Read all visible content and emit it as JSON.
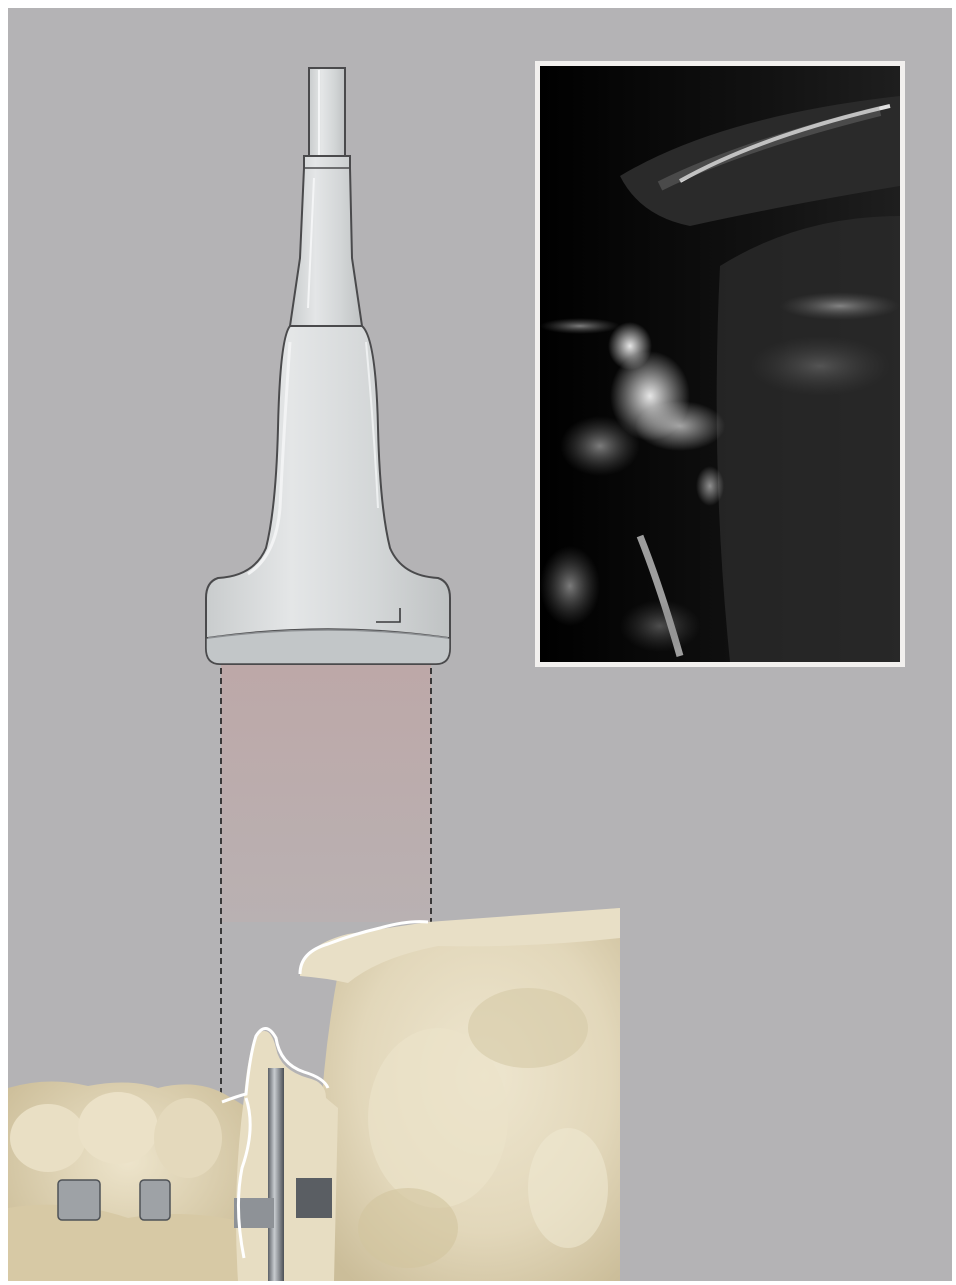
{
  "figure": {
    "background_color": "#b4b3b5",
    "probe": {
      "icon": "ultrasound-linear-probe",
      "body_color": "#d6d8d9",
      "outline_color": "#4a4a4c"
    },
    "beam": {
      "color": "#bcaeae",
      "boundary_style": "dashed"
    },
    "ultrasound_inset": {
      "frame_color": "#f2f0ee",
      "image": "ultrasound-scan-craniocervical-junction"
    },
    "specimen": {
      "image": "skeletal-model-skull-base-and-cervical-spine",
      "bone_color": "#e6dcc3",
      "highlight_outline_color": "#ffffff"
    }
  }
}
